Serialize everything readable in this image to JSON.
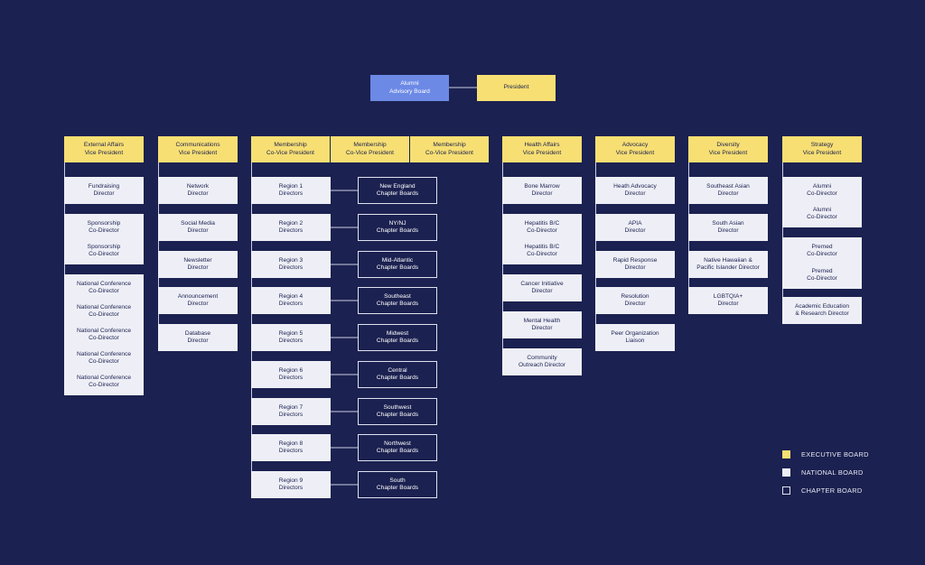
{
  "colors": {
    "background": "#1b2150",
    "executive": "#f7df73",
    "national": "#eeeff6",
    "chapter_border": "#dfe2f0",
    "alumni_board": "#6c89e6",
    "line": "#c9cde3"
  },
  "top": {
    "alumni_board": "Alumni\nAdvisory Board",
    "president": "President"
  },
  "columns": [
    {
      "id": "external",
      "head": "External Affairs\nVice President",
      "children": [
        {
          "label": "Fundraising\nDirector"
        },
        {
          "label": "Sponsorship\nCo-Director"
        },
        {
          "label": "Sponsorship\nCo-Director"
        },
        {
          "label": "National Conference\nCo-Director"
        },
        {
          "label": "National Conference\nCo-Director"
        },
        {
          "label": "National Conference\nCo-Director"
        },
        {
          "label": "National Conference\nCo-Director"
        },
        {
          "label": "National Conference\nCo-Director"
        }
      ]
    },
    {
      "id": "communications",
      "head": "Communications\nVice President",
      "children": [
        {
          "label": "Network\nDirector"
        },
        {
          "label": "Social Media\nDirector"
        },
        {
          "label": "Newsletter\nDirector"
        },
        {
          "label": "Announcement\nDirector"
        },
        {
          "label": "Database\nDirector"
        }
      ]
    },
    {
      "id": "membership",
      "heads": [
        "Membership\nCo-Vice President",
        "Membership\nCo-Vice President",
        "Membership\nCo-Vice President"
      ],
      "regions": [
        {
          "label": "Region 1\nDirectors",
          "chapter": "New England\nChapter Boards"
        },
        {
          "label": "Region 2\nDirectors",
          "chapter": "NY/NJ\nChapter Boards"
        },
        {
          "label": "Region 3\nDirectors",
          "chapter": "Mid-Atlantic\nChapter Boards"
        },
        {
          "label": "Region 4\nDirectors",
          "chapter": "Southeast\nChapter Boards"
        },
        {
          "label": "Region 5\nDirectors",
          "chapter": "Midwest\nChapter Boards"
        },
        {
          "label": "Region 6\nDirectors",
          "chapter": "Central\nChapter Boards"
        },
        {
          "label": "Region 7\nDirectors",
          "chapter": "Southwest\nChapter Boards"
        },
        {
          "label": "Region 8\nDirectors",
          "chapter": "Northwest\nChapter Boards"
        },
        {
          "label": "Region 9\nDirectors",
          "chapter": "South\nChapter Boards"
        }
      ]
    },
    {
      "id": "health",
      "head": "Health Affairs\nVice President",
      "children": [
        {
          "label": "Bone Marrow\nDirector"
        },
        {
          "label": "Hepatitis B/C\nCo-Director"
        },
        {
          "label": "Hepatitis B/C\nCo-Director"
        },
        {
          "label": "Cancer Initiative\nDirector"
        },
        {
          "label": "Mental Health\nDirector"
        },
        {
          "label": "Community\nOutreach Director"
        }
      ]
    },
    {
      "id": "advocacy",
      "head": "Advocacy\nVice President",
      "children": [
        {
          "label": "Heath Advocacy\nDirector"
        },
        {
          "label": "APIA\nDirector"
        },
        {
          "label": "Rapid Response\nDirector"
        },
        {
          "label": "Resolution\nDirector"
        },
        {
          "label": "Peer Organization\nLiaison"
        }
      ]
    },
    {
      "id": "diversity",
      "head": "Diversity\nVice President",
      "children": [
        {
          "label": "Southeast Asian\nDirector"
        },
        {
          "label": "South Asian\nDirector"
        },
        {
          "label": "Native Hawaiian &\nPacific Islander Director"
        },
        {
          "label": "LGBTQIA+\nDirector"
        }
      ]
    },
    {
      "id": "strategy",
      "head": "Strategy\nVice President",
      "children": [
        {
          "label": "Alumni\nCo-Director"
        },
        {
          "label": "Alumni\nCo-Director"
        },
        {
          "label": "Premed\nCo-Director"
        },
        {
          "label": "Premed\nCo-Director"
        },
        {
          "label": "Academic Education\n& Research Director"
        }
      ]
    }
  ],
  "legend": [
    {
      "label": "EXECUTIVE BOARD",
      "kind": "exec"
    },
    {
      "label": "NATIONAL BOARD",
      "kind": "nat"
    },
    {
      "label": "CHAPTER BOARD",
      "kind": "chap"
    }
  ]
}
